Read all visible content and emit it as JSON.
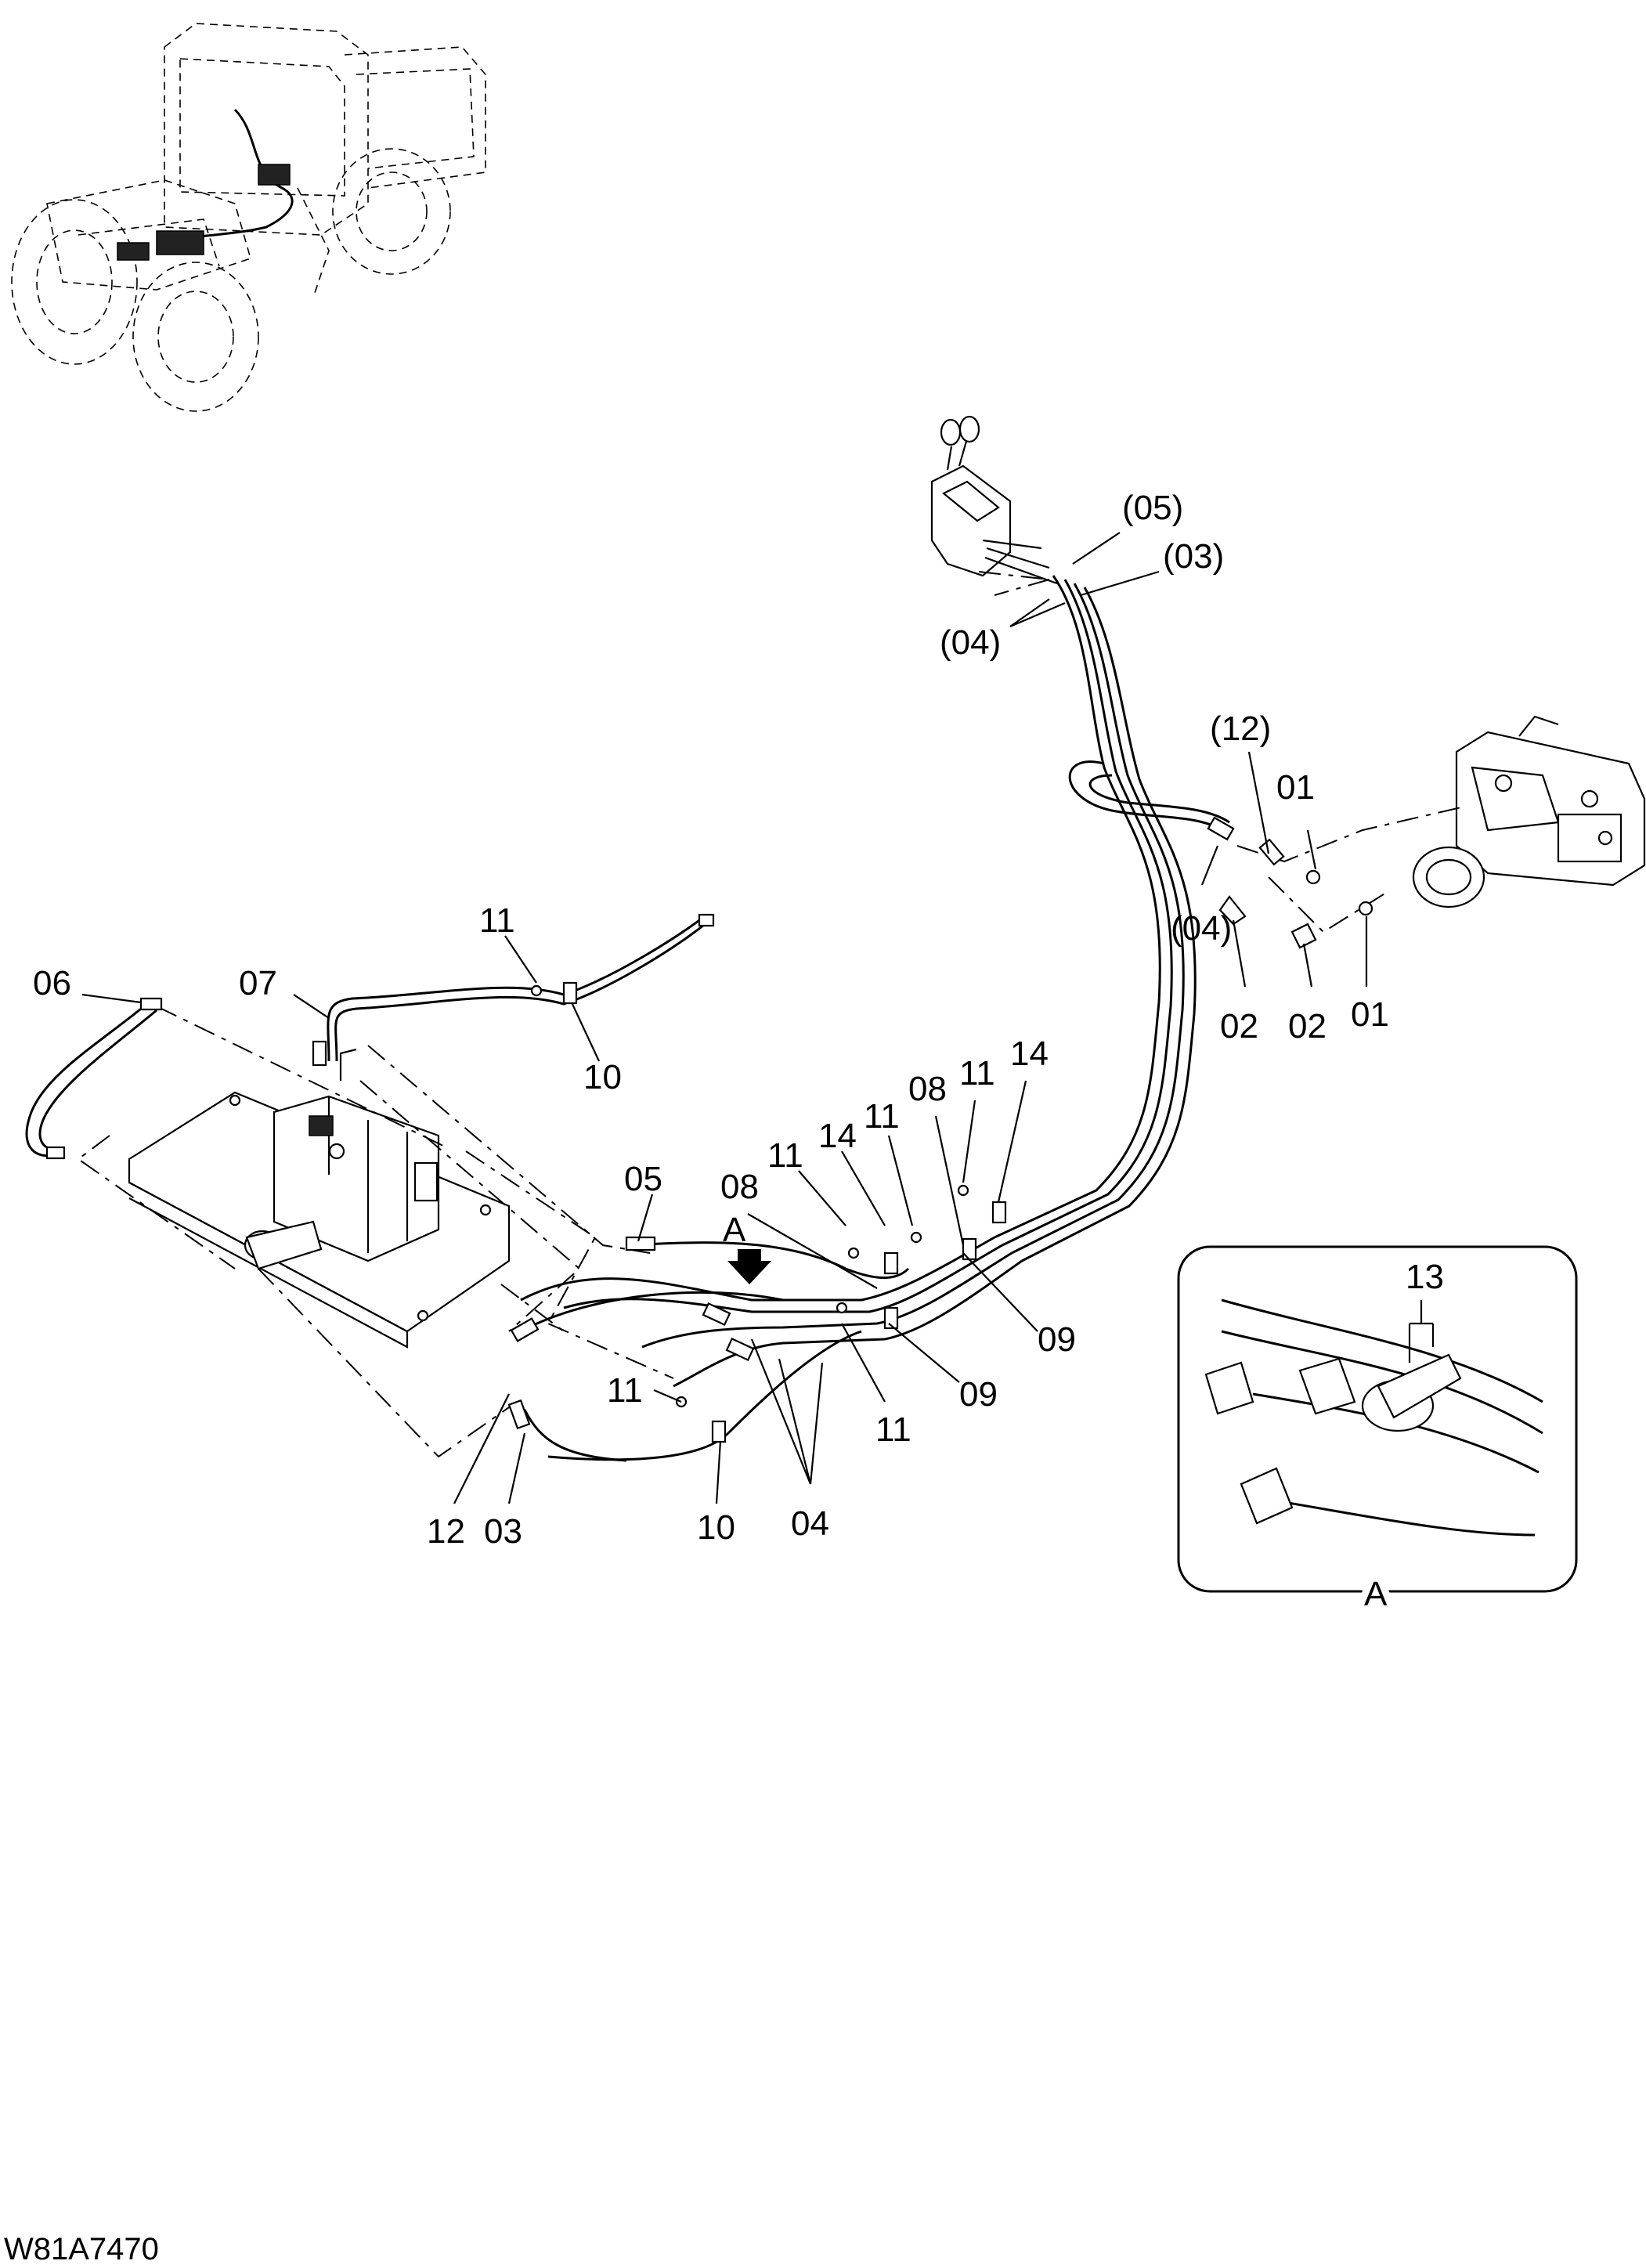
{
  "drawing_code": "W81A7470",
  "detail_view": {
    "label": "A",
    "callout": "13"
  },
  "view_arrow_label": "A",
  "callouts": {
    "c05_paren": "(05)",
    "c03_paren": "(03)",
    "c04_paren_top": "(04)",
    "c12_paren": "(12)",
    "c01_top": "01",
    "c04_paren_right": "(04)",
    "c02_left": "02",
    "c02_right": "02",
    "c01_bottom": "01",
    "c11_top_left": "11",
    "c06": "06",
    "c07": "07",
    "c10_top": "10",
    "c05": "05",
    "c08_left": "08",
    "c11_a": "11",
    "c14_left": "14",
    "c11_b": "11",
    "c08_right": "08",
    "c11_c": "11",
    "c14_right": "14",
    "c09_right": "09",
    "c09_mid": "09",
    "c11_d": "11",
    "c11_bottom_left": "11",
    "c12": "12",
    "c03": "03",
    "c10_bottom": "10",
    "c04": "04"
  }
}
